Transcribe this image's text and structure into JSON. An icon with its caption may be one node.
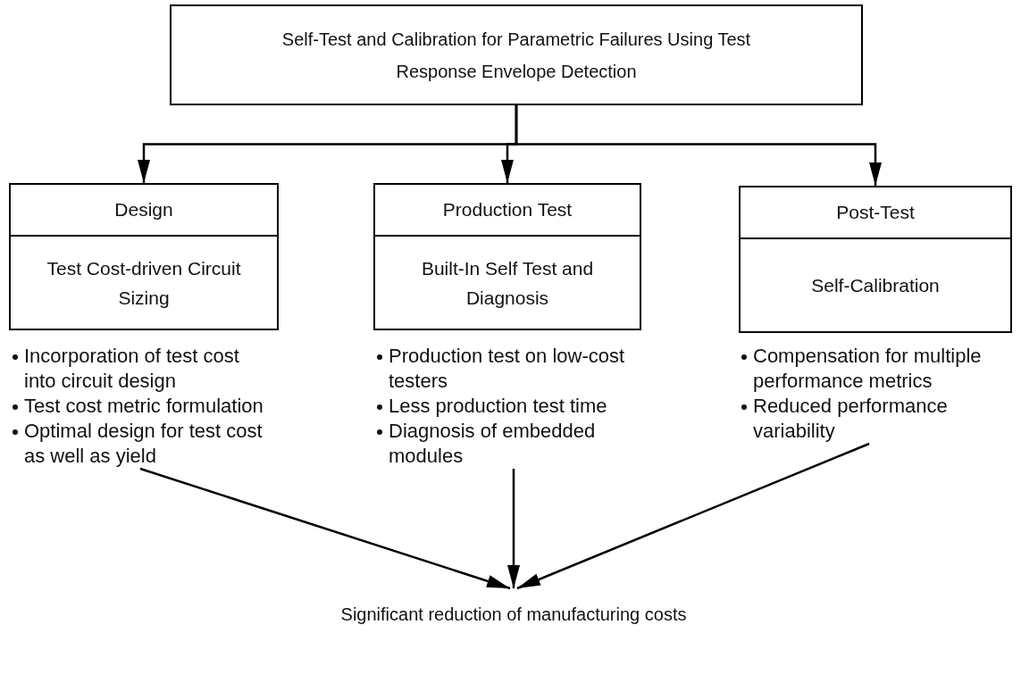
{
  "diagram": {
    "nodes": [
      {
        "text": [
          "Self-Test and Calibration for Parametric Failures Using Test Response Envelope Detection"
        ]
      },
      {
        "text": [
          "Design",
          "Test Cost-driven Circuit Sizing"
        ]
      },
      {
        "text": [
          "Production Test",
          "Built-In Self Test and Diagnosis"
        ]
      },
      {
        "text": [
          "Post-Test",
          "Self-Calibration"
        ]
      },
      {
        "text": [
          "Incorporation of test cost into circuit design",
          "Test cost metric formulation",
          "Optimal design for test cost as well as yield"
        ]
      },
      {
        "text": [
          "Production test on low-cost testers",
          "Less production test time",
          "Diagnosis of embedded modules"
        ]
      },
      {
        "text": [
          "Compensation for multiple performance metrics",
          "Reduced performance variability"
        ]
      },
      {
        "text": [
          "Significant reduction of manufacturing costs"
        ]
      }
    ],
    "edges": [
      {
        "from": 0,
        "to": 1,
        "arrow": "to"
      },
      {
        "from": 0,
        "to": 2,
        "arrow": "to"
      },
      {
        "from": 0,
        "to": 3,
        "arrow": "to"
      },
      {
        "from": 4,
        "to": 7,
        "arrow": "to"
      },
      {
        "from": 5,
        "to": 7,
        "arrow": "to"
      },
      {
        "from": 6,
        "to": 7,
        "arrow": "to"
      }
    ]
  }
}
